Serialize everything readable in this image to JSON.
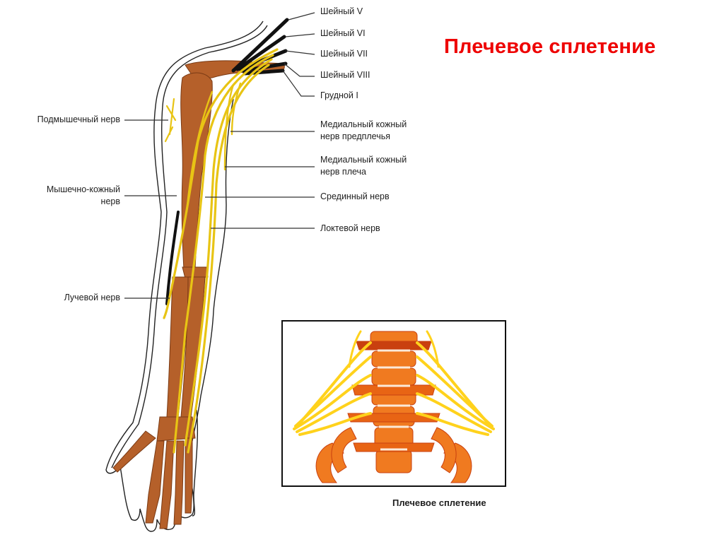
{
  "slide": {
    "title": "Плечевое сплетение",
    "title_color": "#ee0000"
  },
  "arm_diagram": {
    "right_labels": [
      {
        "id": "cervical-v",
        "text": "Шейный V"
      },
      {
        "id": "cervical-vi",
        "text": "Шейный VI"
      },
      {
        "id": "cervical-vii",
        "text": "Шейный VII"
      },
      {
        "id": "cervical-viii",
        "text": "Шейный VIII"
      },
      {
        "id": "thoracic-i",
        "text": "Грудной I"
      },
      {
        "id": "medial-cutaneous-forearm",
        "line1": "Медиальный кожный",
        "line2": "нерв предплечья"
      },
      {
        "id": "medial-cutaneous-arm",
        "line1": "Медиальный кожный",
        "line2": "нерв плеча"
      },
      {
        "id": "median-nerve",
        "text": "Срединный нерв"
      },
      {
        "id": "ulnar-nerve",
        "text": "Локтевой нерв"
      }
    ],
    "left_labels": [
      {
        "id": "axillary-nerve",
        "text": "Подмышечный нерв"
      },
      {
        "id": "musculocutaneous-nerve",
        "line1": "Мышечно-кожный",
        "line2": "нерв"
      },
      {
        "id": "radial-nerve",
        "text": "Лучевой нерв"
      }
    ],
    "colors": {
      "bone": "#b5602a",
      "bone_dark": "#7a3a14",
      "nerve": "#f2d21a",
      "nerve_root": "#111111",
      "outline": "#222222"
    }
  },
  "inset": {
    "caption": "Плечевое сплетение",
    "colors": {
      "vertebra": "#f07a20",
      "vertebra_dark": "#c9400f",
      "nerve": "#ffd21c",
      "disc": "#fbe9d8"
    }
  }
}
